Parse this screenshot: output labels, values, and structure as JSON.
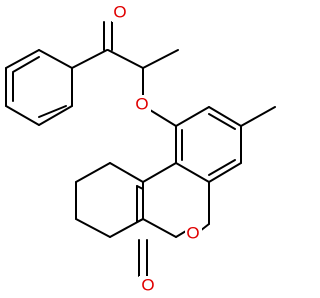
{
  "structure": {
    "atoms": [
      {
        "id": "o_ketone",
        "symbol": "O",
        "color": "#e00000"
      },
      {
        "id": "o_ether",
        "symbol": "O",
        "color": "#e00000"
      },
      {
        "id": "o_ring",
        "symbol": "O",
        "color": "#e00000"
      },
      {
        "id": "o_lactone",
        "symbol": "O",
        "color": "#e00000"
      }
    ],
    "bond_color": "#000000",
    "bond_count": 30
  }
}
